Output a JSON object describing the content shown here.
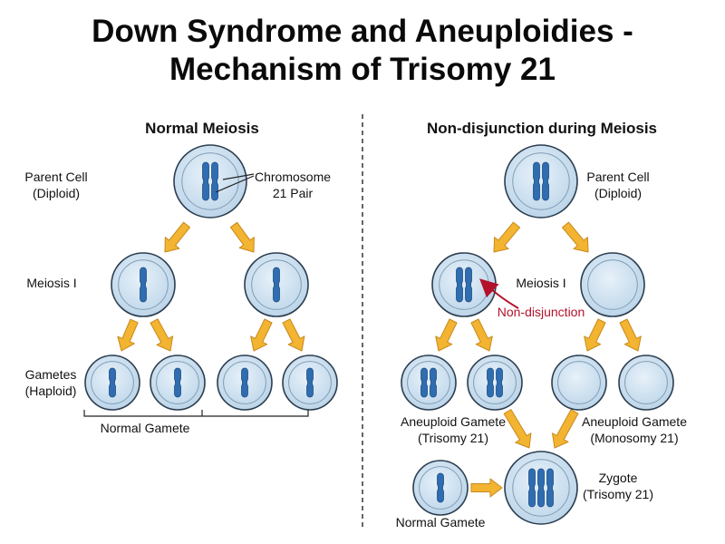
{
  "title": {
    "line1": "Down Syndrome and Aneuploidies -",
    "line2": "Mechanism of Trisomy 21"
  },
  "left": {
    "heading": "Normal Meiosis",
    "parent_label": [
      "Parent Cell",
      "(Diploid)"
    ],
    "chromosome_label": [
      "Chromosome",
      "21 Pair"
    ],
    "meiosis_label": "Meiosis I",
    "gametes_label": [
      "Gametes",
      "(Haploid)"
    ],
    "normal_gamete_label": "Normal Gamete"
  },
  "right": {
    "heading": "Non-disjunction during Meiosis",
    "parent_label": [
      "Parent Cell",
      "(Diploid)"
    ],
    "meiosis_label": "Meiosis I",
    "nondisjunction_label": "Non-disjunction",
    "aneuploid_trisomy_label": [
      "Aneuploid Gamete",
      "(Trisomy 21)"
    ],
    "aneuploid_monosomy_label": [
      "Aneuploid Gamete",
      "(Monosomy 21)"
    ],
    "zygote_label": [
      "Zygote",
      "(Trisomy 21)"
    ],
    "normal_gamete_label": "Normal Gamete"
  },
  "colors": {
    "cell_fill": "#cfe1ef",
    "cell_stroke": "#2c3e50",
    "chromosome": "#2f6db0",
    "arrow": "#f2b431",
    "arrow_stroke": "#c9891c",
    "nondisjunction": "#b3122a"
  }
}
